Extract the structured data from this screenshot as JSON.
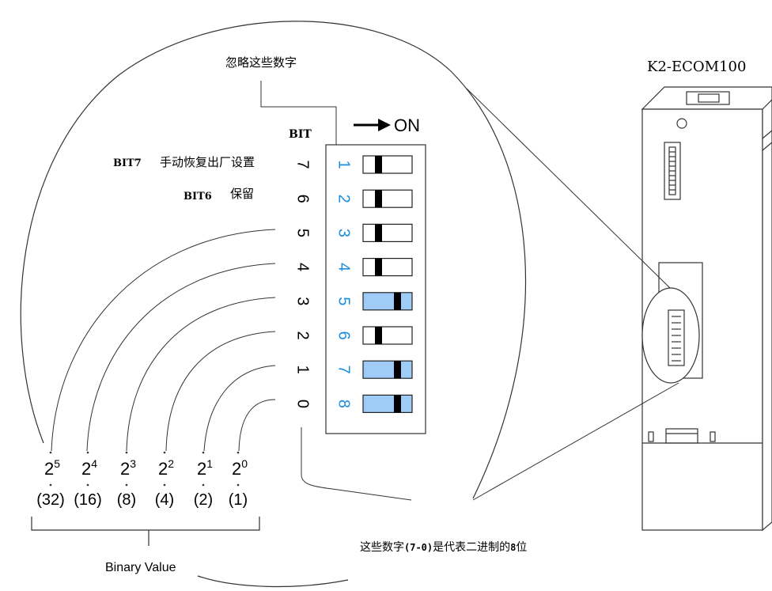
{
  "module_name": "K2-ECOM100",
  "callout_ignore": "忽略这些数字",
  "on_label": "ON",
  "bit_header": "BIT",
  "bit7_tag": "BIT7",
  "bit7_desc": "手动恢复出厂设置",
  "bit6_tag": "BIT6",
  "bit6_desc": "保留",
  "bit_labels": [
    "7",
    "6",
    "5",
    "4",
    "3",
    "2",
    "1",
    "0"
  ],
  "switch_numbers": [
    "1",
    "2",
    "3",
    "4",
    "5",
    "6",
    "7",
    "8"
  ],
  "switch_states": [
    "off",
    "off",
    "off",
    "off",
    "on",
    "off",
    "on",
    "on"
  ],
  "powers": [
    {
      "base": "2",
      "exp": "5",
      "value": "(32)"
    },
    {
      "base": "2",
      "exp": "4",
      "value": "(16)"
    },
    {
      "base": "2",
      "exp": "3",
      "value": "(8)"
    },
    {
      "base": "2",
      "exp": "2",
      "value": "(4)"
    },
    {
      "base": "2",
      "exp": "1",
      "value": "(2)"
    },
    {
      "base": "2",
      "exp": "0",
      "value": "(1)"
    }
  ],
  "binary_value_label": "Binary Value",
  "bits_note": {
    "prefix": "这些数字",
    "range": "(7-0)",
    "middle": "是代表二进制的",
    "count": "8",
    "suffix": "位"
  },
  "colors": {
    "switch_on": "#9fcbf7",
    "switch_number": "#1a8fe0",
    "line": "#333333"
  }
}
